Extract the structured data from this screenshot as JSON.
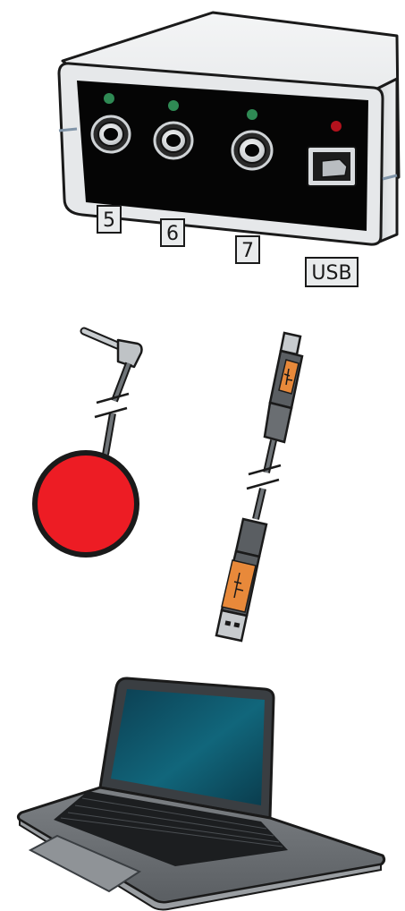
{
  "device": {
    "ports": [
      {
        "label": "5",
        "led": "#2f8a54"
      },
      {
        "label": "6",
        "led": "#2f8a54"
      },
      {
        "label": "7",
        "led": "#2f8a54"
      },
      {
        "label": "USB",
        "led": "#b3121d"
      }
    ]
  },
  "colors": {
    "device_body": "#e9ebec",
    "front_panel": "#050505",
    "button_red": "#ed1c24",
    "usb_orange": "#e8893a",
    "screen": "#0f5b6e"
  },
  "icons": [
    "jack-cable-icon",
    "red-button-icon",
    "usb-cable-icon",
    "laptop-icon"
  ]
}
